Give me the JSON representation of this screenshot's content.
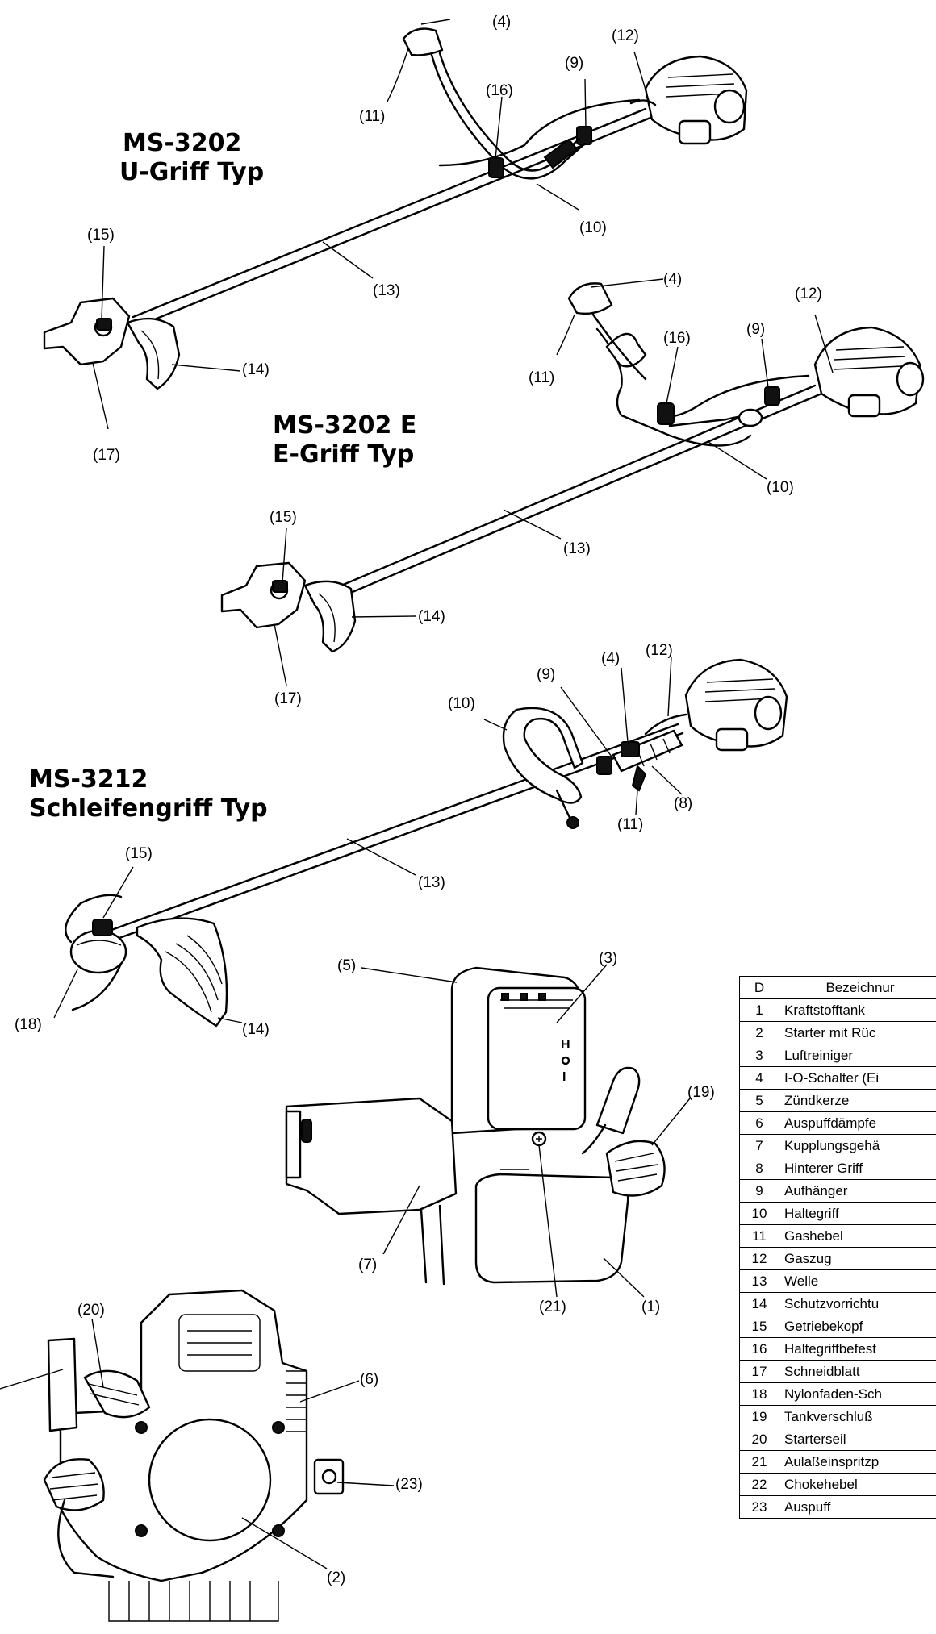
{
  "titles": {
    "ms3202_model": "MS-3202",
    "ms3202_type": "U-Griff Typ",
    "ms3202e_model": "MS-3202 E",
    "ms3202e_type": "E-Griff Typ",
    "ms3212_model": "MS-3212",
    "ms3212_type": "Schleifengriff Typ"
  },
  "callouts": {
    "u_4": "(4)",
    "u_9": "(9)",
    "u_10": "(10)",
    "u_11": "(11)",
    "u_12": "(12)",
    "u_13": "(13)",
    "u_14": "(14)",
    "u_15": "(15)",
    "u_16": "(16)",
    "u_17": "(17)",
    "e_4": "(4)",
    "e_9": "(9)",
    "e_10": "(10)",
    "e_11": "(11)",
    "e_12": "(12)",
    "e_13": "(13)",
    "e_14": "(14)",
    "e_15": "(15)",
    "e_16": "(16)",
    "e_17": "(17)",
    "s_4": "(4)",
    "s_8": "(8)",
    "s_9": "(9)",
    "s_10": "(10)",
    "s_11": "(11)",
    "s_12": "(12)",
    "s_13": "(13)",
    "s_14": "(14)",
    "s_15": "(15)",
    "s_18": "(18)",
    "en_1": "(1)",
    "en_3": "(3)",
    "en_5": "(5)",
    "en_7": "(7)",
    "en_19": "(19)",
    "en_21": "(21)",
    "bk_2": "(2)",
    "bk_6": "(6)",
    "bk_20": "(20)",
    "bk_23": "(23)"
  },
  "engine_switch_marks": {
    "stop": "H",
    "run": "I"
  },
  "parts_table": {
    "header_number": "D",
    "header_name": "Bezeichnur",
    "rows": [
      {
        "n": "1",
        "name": "Kraftstofftank"
      },
      {
        "n": "2",
        "name": "Starter mit Rüc"
      },
      {
        "n": "3",
        "name": "Luftreiniger"
      },
      {
        "n": "4",
        "name": "I-O-Schalter (Ei"
      },
      {
        "n": "5",
        "name": "Zündkerze"
      },
      {
        "n": "6",
        "name": "Auspuffdämpfe"
      },
      {
        "n": "7",
        "name": "Kupplungsgehä"
      },
      {
        "n": "8",
        "name": "Hinterer Griff"
      },
      {
        "n": "9",
        "name": "Aufhänger"
      },
      {
        "n": "10",
        "name": "Haltegriff"
      },
      {
        "n": "11",
        "name": "Gashebel"
      },
      {
        "n": "12",
        "name": "Gaszug"
      },
      {
        "n": "13",
        "name": "Welle"
      },
      {
        "n": "14",
        "name": "Schutzvorrichtu"
      },
      {
        "n": "15",
        "name": "Getriebekopf"
      },
      {
        "n": "16",
        "name": "Haltegriffbefest"
      },
      {
        "n": "17",
        "name": "Schneidblatt"
      },
      {
        "n": "18",
        "name": "Nylonfaden-Sch"
      },
      {
        "n": "19",
        "name": "Tankverschluß"
      },
      {
        "n": "20",
        "name": "Starterseil"
      },
      {
        "n": "21",
        "name": "Aulaßeinspritzp"
      },
      {
        "n": "22",
        "name": "Chokehebel"
      },
      {
        "n": "23",
        "name": "Auspuff"
      }
    ]
  }
}
